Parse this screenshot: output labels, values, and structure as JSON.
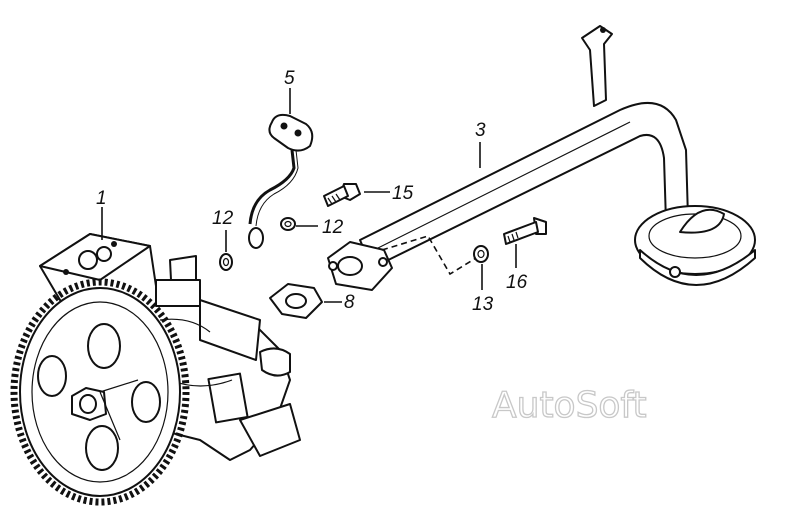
{
  "diagram": {
    "callouts": [
      {
        "id": "label-1",
        "text": "1"
      },
      {
        "id": "label-3",
        "text": "3"
      },
      {
        "id": "label-5",
        "text": "5"
      },
      {
        "id": "label-8",
        "text": "8"
      },
      {
        "id": "label-12-left",
        "text": "12"
      },
      {
        "id": "label-12-right",
        "text": "12"
      },
      {
        "id": "label-13",
        "text": "13"
      },
      {
        "id": "label-15",
        "text": "15"
      },
      {
        "id": "label-16",
        "text": "16"
      }
    ],
    "watermark": "AutoSoft"
  }
}
